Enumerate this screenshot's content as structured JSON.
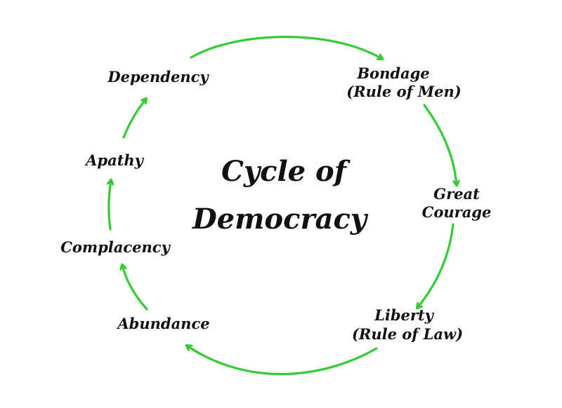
{
  "diagram": {
    "title_line1": "Cycle of",
    "title_line2": "Democracy",
    "arrow_color": "#33cc33",
    "text_color": "#111111",
    "stages": [
      {
        "line1": "Bondage",
        "line2": "(Rule of Men)"
      },
      {
        "line1": "Great",
        "line2": "Courage"
      },
      {
        "line1": "Liberty",
        "line2": "(Rule of Law)"
      },
      {
        "line1": "Abundance"
      },
      {
        "line1": "Complacency"
      },
      {
        "line1": "Apathy"
      },
      {
        "line1": "Dependency"
      }
    ]
  }
}
